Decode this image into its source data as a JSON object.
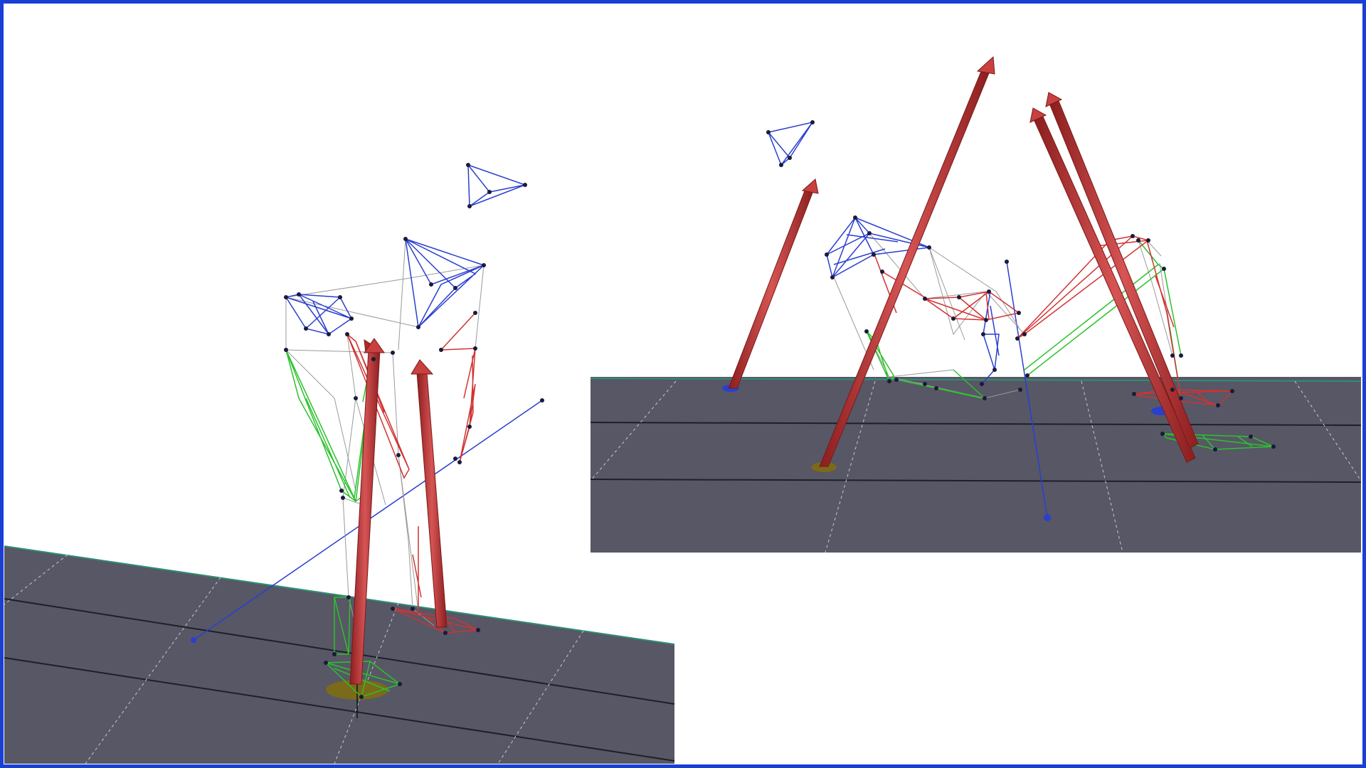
{
  "figure": {
    "panel_count": 2,
    "colors": {
      "border": "#1a3fd6",
      "background": "#ffffff",
      "floor": "#575766",
      "floor_grid": "#1f1f28",
      "floor_dash": "#c8c8d0",
      "floor_edge": "#2e8f72",
      "force_arrow": "#b02a2a",
      "force_arrow_light": "#d96a6a",
      "shadow": "#7a6a1a",
      "marker_blue": "#2a3fd0",
      "marker_red": "#d23232",
      "marker_green": "#2bc22b",
      "link_gray": "#9a9a9a",
      "marker_dot": "#1a1a3a",
      "pole_blue": "#2a3fd0"
    },
    "left_panel": {
      "view": "mocap-skeleton-with-ground-reaction-forces",
      "force_arrows": 2
    },
    "right_panel": {
      "view": "mocap-skeleton-with-ground-reaction-forces",
      "force_arrows": 4
    }
  }
}
